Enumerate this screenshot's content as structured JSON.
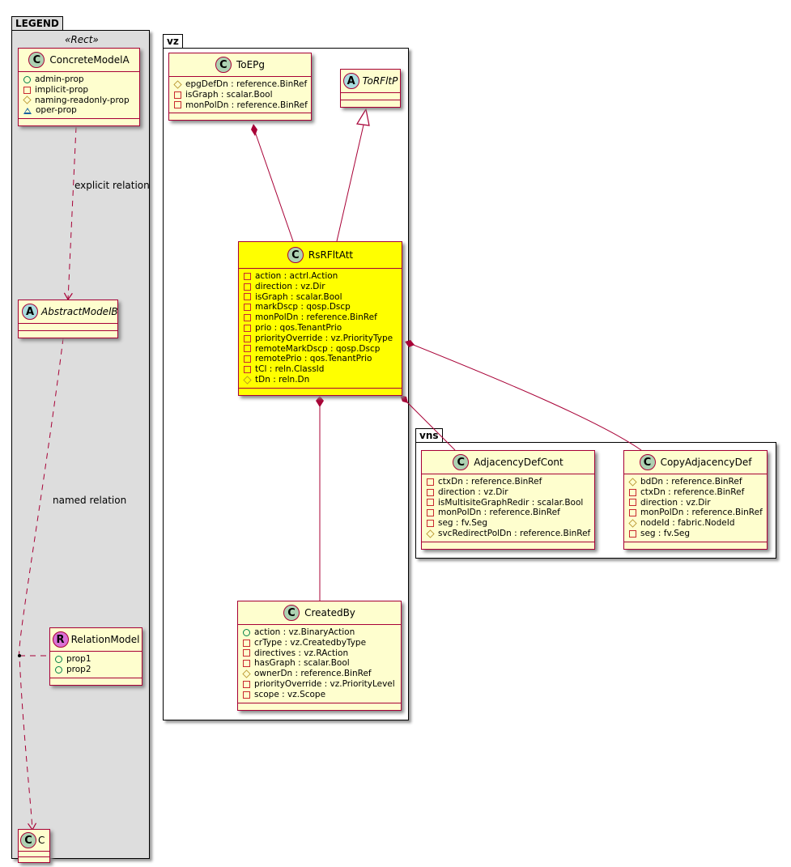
{
  "legend": {
    "package_name": "LEGEND",
    "stereotype": "«Rect»",
    "concrete": {
      "kind": "C",
      "name": "ConcreteModelA",
      "attrs": [
        {
          "vis": "public",
          "text": "admin-prop"
        },
        {
          "vis": "private",
          "text": "implicit-prop"
        },
        {
          "vis": "protected",
          "text": "naming-readonly-prop"
        },
        {
          "vis": "package",
          "text": "oper-prop"
        }
      ]
    },
    "abstract": {
      "kind": "A",
      "name": "AbstractModelB"
    },
    "relation_model": {
      "kind": "R",
      "name": "RelationModel",
      "attrs": [
        {
          "vis": "public",
          "text": "prop1"
        },
        {
          "vis": "public",
          "text": "prop2"
        }
      ]
    },
    "c_class": {
      "kind": "C",
      "name": "C"
    },
    "explicit_label": "explicit relation",
    "named_label": "named relation"
  },
  "vz": {
    "package_name": "vz",
    "toepg": {
      "kind": "C",
      "name": "ToEPg",
      "attrs": [
        {
          "vis": "protected",
          "text": "epgDefDn : reference.BinRef"
        },
        {
          "vis": "private",
          "text": "isGraph : scalar.Bool"
        },
        {
          "vis": "private",
          "text": "monPolDn : reference.BinRef"
        }
      ]
    },
    "torfltp": {
      "kind": "A",
      "name": "ToRFltP"
    },
    "rsrfltatt": {
      "kind": "C",
      "name": "RsRFltAtt",
      "highlight_color": "#ffff00",
      "attrs": [
        {
          "vis": "private",
          "text": "action : actrl.Action"
        },
        {
          "vis": "private",
          "text": "direction : vz.Dir"
        },
        {
          "vis": "private",
          "text": "isGraph : scalar.Bool"
        },
        {
          "vis": "private",
          "text": "markDscp : qosp.Dscp"
        },
        {
          "vis": "private",
          "text": "monPolDn : reference.BinRef"
        },
        {
          "vis": "private",
          "text": "prio : qos.TenantPrio"
        },
        {
          "vis": "private",
          "text": "priorityOverride : vz.PriorityType"
        },
        {
          "vis": "private",
          "text": "remoteMarkDscp : qosp.Dscp"
        },
        {
          "vis": "private",
          "text": "remotePrio : qos.TenantPrio"
        },
        {
          "vis": "private",
          "text": "tCl : reln.ClassId"
        },
        {
          "vis": "protected",
          "text": "tDn : reln.Dn"
        }
      ]
    },
    "createdby": {
      "kind": "C",
      "name": "CreatedBy",
      "attrs": [
        {
          "vis": "public",
          "text": "action : vz.BinaryAction"
        },
        {
          "vis": "private",
          "text": "crType : vz.CreatedbyType"
        },
        {
          "vis": "private",
          "text": "directives : vz.RAction"
        },
        {
          "vis": "private",
          "text": "hasGraph : scalar.Bool"
        },
        {
          "vis": "protected",
          "text": "ownerDn : reference.BinRef"
        },
        {
          "vis": "private",
          "text": "priorityOverride : vz.PriorityLevel"
        },
        {
          "vis": "private",
          "text": "scope : vz.Scope"
        }
      ]
    }
  },
  "vns": {
    "package_name": "vns",
    "adjacency": {
      "kind": "C",
      "name": "AdjacencyDefCont",
      "attrs": [
        {
          "vis": "private",
          "text": "ctxDn : reference.BinRef"
        },
        {
          "vis": "private",
          "text": "direction : vz.Dir"
        },
        {
          "vis": "private",
          "text": "isMultisiteGraphRedir : scalar.Bool"
        },
        {
          "vis": "private",
          "text": "monPolDn : reference.BinRef"
        },
        {
          "vis": "private",
          "text": "seg : fv.Seg"
        },
        {
          "vis": "protected",
          "text": "svcRedirectPolDn : reference.BinRef"
        }
      ]
    },
    "copyadj": {
      "kind": "C",
      "name": "CopyAdjacencyDef",
      "attrs": [
        {
          "vis": "protected",
          "text": "bdDn : reference.BinRef"
        },
        {
          "vis": "private",
          "text": "ctxDn : reference.BinRef"
        },
        {
          "vis": "private",
          "text": "direction : vz.Dir"
        },
        {
          "vis": "private",
          "text": "monPolDn : reference.BinRef"
        },
        {
          "vis": "protected",
          "text": "nodeId : fabric.NodeId"
        },
        {
          "vis": "private",
          "text": "seg : fv.Seg"
        }
      ]
    }
  },
  "colors": {
    "border": "#a80036",
    "class_fill": "#fefece",
    "legend_fill": "#dddddd",
    "highlight": "#ffff00"
  }
}
